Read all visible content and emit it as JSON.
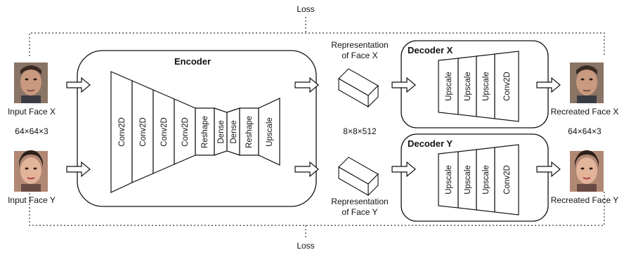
{
  "loss_top": "Loss",
  "loss_bottom": "Loss",
  "encoder": {
    "title": "Encoder",
    "layers": [
      "Conv2D",
      "Conv2D",
      "Conv2D",
      "Conv2D",
      "Reshape",
      "Dense",
      "Dense",
      "Reshape",
      "Upscale"
    ]
  },
  "decoder_x": {
    "title": "Decoder X",
    "layers": [
      "Upscale",
      "Upscale",
      "Upscale",
      "Conv2D"
    ]
  },
  "decoder_y": {
    "title": "Decoder Y",
    "layers": [
      "Upscale",
      "Upscale",
      "Upscale",
      "Conv2D"
    ]
  },
  "input_x_label": "Input Face X",
  "input_y_label": "Input Face Y",
  "input_dims": "64×64×3",
  "output_x_label": "Recreated Face X",
  "output_y_label": "Recreated Face Y",
  "output_dims": "64×64×3",
  "repr_x_line1": "Representation",
  "repr_x_line2": "of Face X",
  "repr_y_line1": "Representation",
  "repr_y_line2": "of Face Y",
  "repr_dims": "8×8×512",
  "colors": {
    "stroke": "#111111",
    "dash": "#333333",
    "face_x_bg": "#9a8474",
    "face_y_bg": "#b98d7a"
  }
}
